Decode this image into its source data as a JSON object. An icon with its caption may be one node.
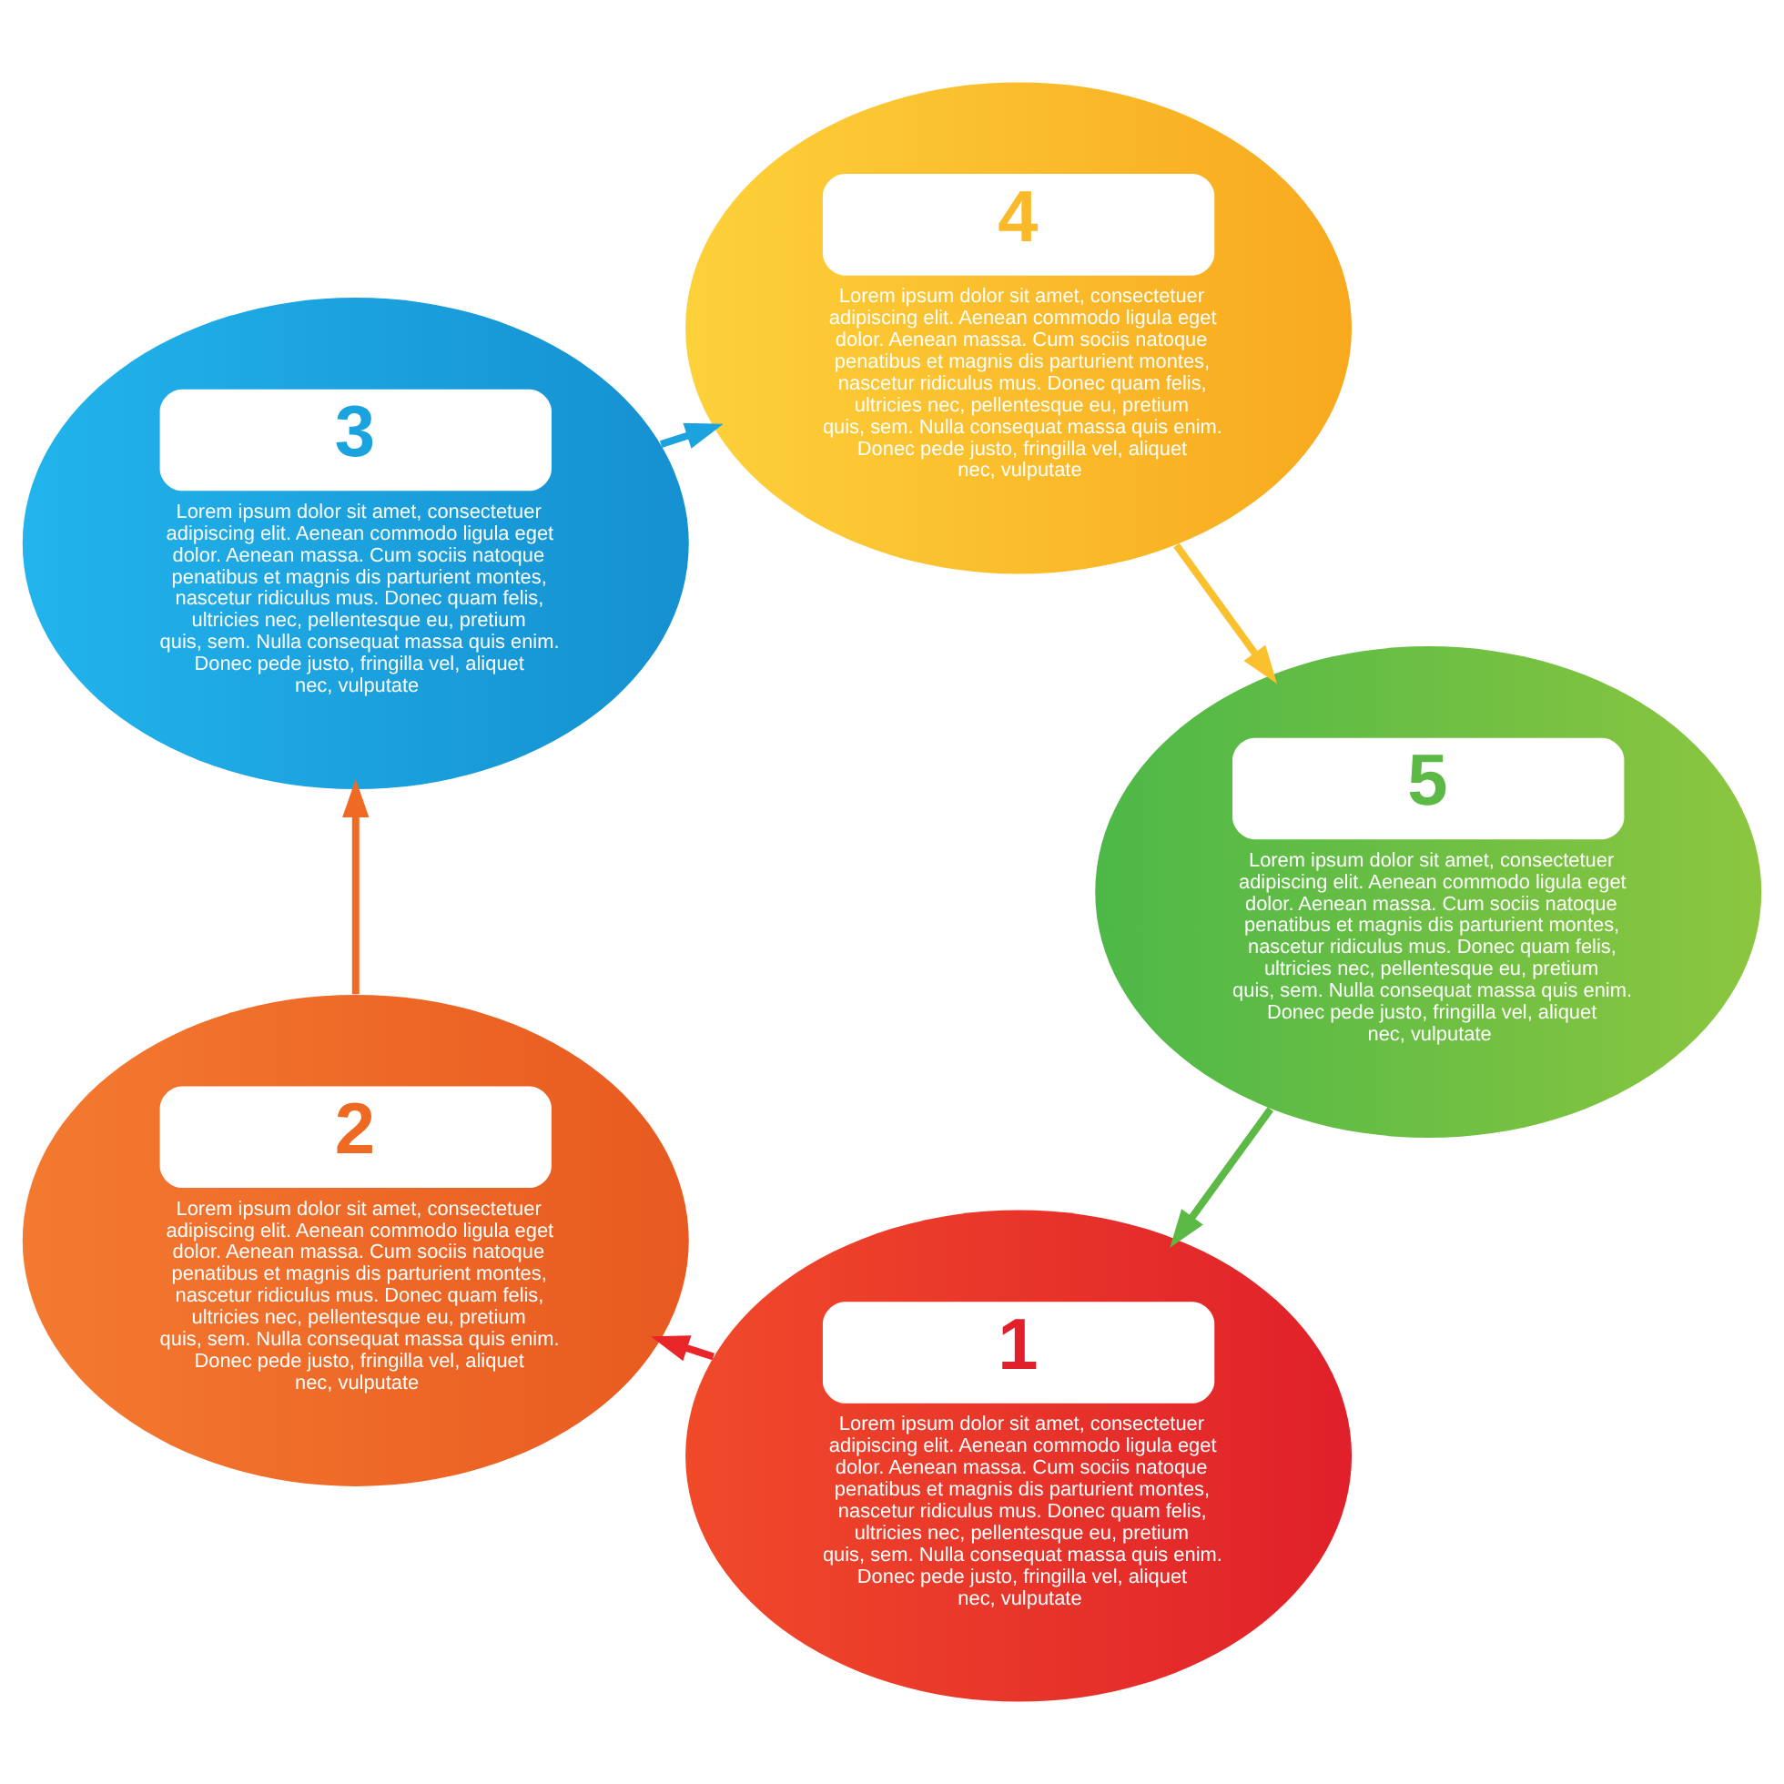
{
  "diagram": {
    "nodes": [
      {
        "text": [
          "1",
          "Lorem ipsum dolor sit amet, consectetuer adipiscing elit. Aenean commodo ligula eget dolor. Aenean massa. Cum sociis natoque penatibus et magnis dis parturient montes, nascetur ridiculus mus. Donec quam felis, ultricies nec, pellentesque eu, pretium quis, sem. Nulla consequat massa quis enim. Donec pede justo, fringilla vel, aliquet nec, vulputate"
        ]
      },
      {
        "text": [
          "2",
          "Lorem ipsum dolor sit amet, consectetuer adipiscing elit. Aenean commodo ligula eget dolor. Aenean massa. Cum sociis natoque penatibus et magnis dis parturient montes, nascetur ridiculus mus. Donec quam felis, ultricies nec, pellentesque eu, pretium quis, sem. Nulla consequat massa quis enim. Donec pede justo, fringilla vel, aliquet nec, vulputate"
        ]
      },
      {
        "text": [
          "3",
          "Lorem ipsum dolor sit amet, consectetuer adipiscing elit. Aenean commodo ligula eget dolor. Aenean massa. Cum sociis natoque penatibus et magnis dis parturient montes, nascetur ridiculus mus. Donec quam felis, ultricies nec, pellentesque eu, pretium quis, sem. Nulla consequat massa quis enim. Donec pede justo, fringilla vel, aliquet nec, vulputate"
        ]
      },
      {
        "text": [
          "4",
          "Lorem ipsum dolor sit amet, consectetuer adipiscing elit. Aenean commodo ligula eget dolor. Aenean massa. Cum sociis natoque penatibus et magnis dis parturient montes, nascetur ridiculus mus. Donec quam felis, ultricies nec, pellentesque eu, pretium quis, sem. Nulla consequat massa quis enim. Donec pede justo, fringilla vel, aliquet nec, vulputate"
        ]
      },
      {
        "text": [
          "5",
          "Lorem ipsum dolor sit amet, consectetuer adipiscing elit. Aenean commodo ligula eget dolor. Aenean massa. Cum sociis natoque penatibus et magnis dis parturient montes, nascetur ridiculus mus. Donec quam felis, ultricies nec, pellentesque eu, pretium quis, sem. Nulla consequat massa quis enim. Donec pede justo, fringilla vel, aliquet nec, vulputate"
        ]
      }
    ],
    "edges": [
      {
        "from": 0,
        "to": 1,
        "arrow": "to",
        "color": "#e8262a"
      },
      {
        "from": 1,
        "to": 2,
        "arrow": "to",
        "color": "#ef6a24"
      },
      {
        "from": 2,
        "to": 3,
        "arrow": "to",
        "color": "#1ba3e0"
      },
      {
        "from": 3,
        "to": 4,
        "arrow": "to",
        "color": "#fbc02d"
      },
      {
        "from": 4,
        "to": 0,
        "arrow": "to",
        "color": "#5cb946"
      }
    ]
  }
}
